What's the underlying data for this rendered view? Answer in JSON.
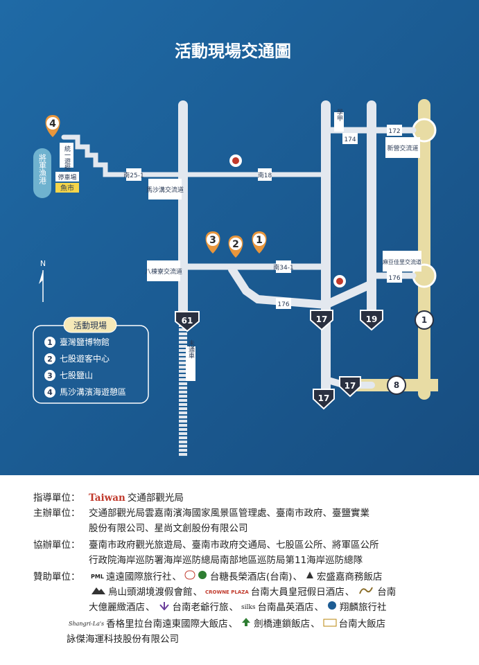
{
  "map": {
    "title": "活動現場交通圖",
    "compass_label": "N",
    "places": {
      "tongyi": "統一遊艇",
      "jiangjun_harbor": "將軍漁港",
      "parking": "停車場",
      "fish_market": "魚市",
      "mashagou_interchange": "馬沙溝交流道",
      "bakuaiye_interchange": "八棟寮交流道",
      "xuejia_interchange": "新營交流道",
      "madou_interchange": "麻豆佳里交流道",
      "xuejia": "學甲",
      "terminus": "未通車"
    },
    "roads": {
      "r25_1": "南25-1",
      "r18": "南18",
      "r34_1": "南34-1",
      "r174": "174",
      "r172": "172",
      "r176a": "176",
      "r176b": "176",
      "h61": "61",
      "h17a": "17",
      "h19": "19",
      "h17b": "17",
      "h17c": "17",
      "h8": "8",
      "h1": "1"
    },
    "pins": [
      "4",
      "3",
      "2",
      "1"
    ],
    "legend": {
      "title": "活動現場",
      "items": [
        {
          "num": "1",
          "label": "臺灣鹽博物館"
        },
        {
          "num": "2",
          "label": "七股遊客中心"
        },
        {
          "num": "3",
          "label": "七股鹽山"
        },
        {
          "num": "4",
          "label": "馬沙溝濱海遊憩區"
        }
      ]
    }
  },
  "credits": {
    "guide": {
      "label": "指導單位：",
      "brand": "Taiwan",
      "text": "交通部觀光局"
    },
    "organizer": {
      "label": "主辦單位：",
      "line1": "交通部觀光局雲嘉南濱海國家風景區管理處、臺南市政府、臺鹽實業",
      "line2": "股份有限公司、星尚文創股份有限公司"
    },
    "co_organizer": {
      "label": "協辦單位：",
      "line1": "臺南市政府觀光旅遊局、臺南市政府交通局、七股區公所、將軍區公所",
      "line2": "行政院海岸巡防署海岸巡防總局南部地區巡防局第11海岸巡防總隊"
    },
    "sponsors": {
      "label": "贊助單位：",
      "s1": "遠遠國際旅行社",
      "s2": "台糖長榮酒店(台南)",
      "s3": "宏盛嘉商務飯店",
      "s4": "烏山頭湖境渡假會館",
      "s5": "台南大員皇冠假日酒店",
      "s6": "台南",
      "s7": "大億麗緻酒店",
      "s8": "台南老爺行旅",
      "s9": "台南晶英酒店",
      "s10": "翔麟旅行社",
      "s11": "香格里拉台南遠東國際大飯店",
      "s12": "劍橋連鎖飯店",
      "s13": "台南大飯店",
      "s14": "詠傑海運科技股份有限公司",
      "sep": "、",
      "logos": {
        "pml": "PML",
        "crowne": "CROWNE PLAZA",
        "silks": "silks",
        "shangrila": "Shangri-La's"
      }
    }
  }
}
